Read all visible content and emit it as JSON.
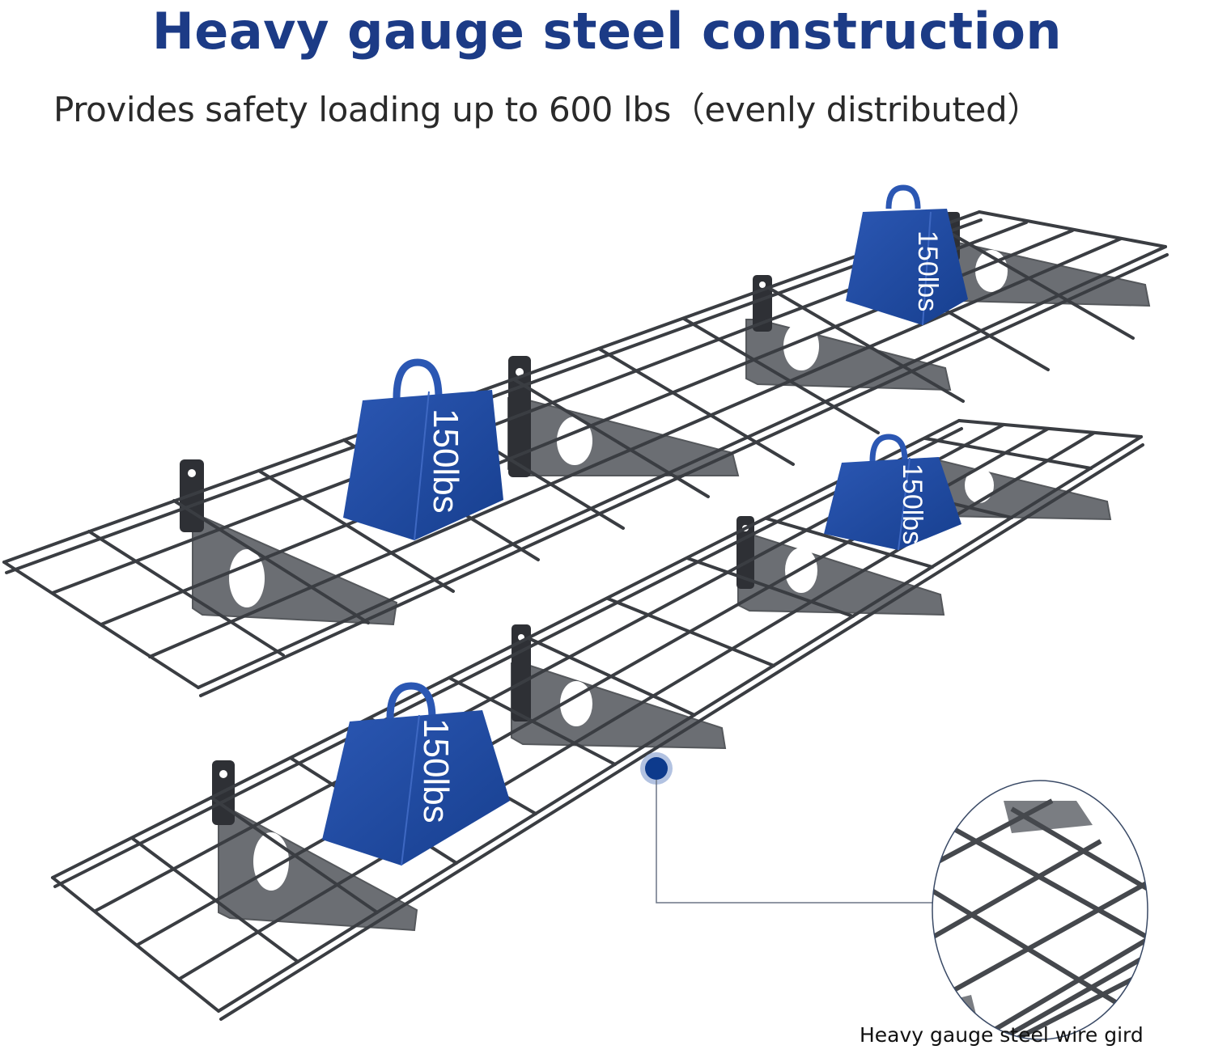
{
  "header": {
    "title": "Heavy gauge steel construction",
    "subtitle": "Provides safety loading up to 600 lbs（evenly distributed）"
  },
  "weights": [
    {
      "label": "150lbs",
      "position": "top-shelf-right"
    },
    {
      "label": "150lbs",
      "position": "top-shelf-left"
    },
    {
      "label": "150lbs",
      "position": "bottom-shelf-right"
    },
    {
      "label": "150lbs",
      "position": "bottom-shelf-left"
    }
  ],
  "callout": {
    "caption": "Heavy gauge steel wire gird"
  },
  "colors": {
    "brand_blue": "#1c3b86",
    "weight_blue": "#1e4aa0",
    "wire_gray": "#3a3d42",
    "bracket_gray": "#6b6e73",
    "callout_dot": "#0d3a8c",
    "callout_halo": "#9fb3d9"
  },
  "icons": {
    "weight": "kettlebell-weight-icon",
    "callout": "callout-dot-icon",
    "detail": "magnify-detail-circle"
  }
}
